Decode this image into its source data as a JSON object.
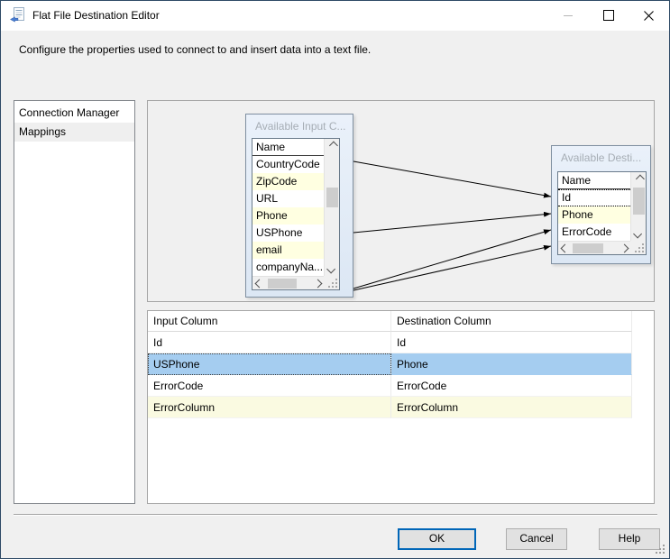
{
  "window": {
    "title": "Flat File Destination Editor",
    "description": "Configure the properties used to connect to and insert data into a text file."
  },
  "sidebar": {
    "items": [
      {
        "label": "Connection Manager",
        "selected": false
      },
      {
        "label": "Mappings",
        "selected": true
      }
    ]
  },
  "diagram": {
    "input_box": {
      "title": "Available Input C...",
      "columns_header": "Name",
      "rows": [
        {
          "label": "CountryCode",
          "shade": false
        },
        {
          "label": "ZipCode",
          "shade": true
        },
        {
          "label": "URL",
          "shade": false
        },
        {
          "label": "Phone",
          "shade": true
        },
        {
          "label": "USPhone",
          "shade": false
        },
        {
          "label": "email",
          "shade": true
        },
        {
          "label": "companyNa...",
          "shade": false
        }
      ]
    },
    "destination_box": {
      "title": "Available Desti...",
      "columns_header": "Name",
      "rows": [
        {
          "label": "Id",
          "shade": false,
          "focused": true
        },
        {
          "label": "Phone",
          "shade": true,
          "focused": false
        },
        {
          "label": "ErrorCode",
          "shade": false,
          "focused": false
        }
      ]
    },
    "mappings": [
      {
        "from": "Id",
        "to": "Id"
      },
      {
        "from": "USPhone",
        "to": "Phone"
      },
      {
        "from": "ErrorCode",
        "to": "ErrorCode"
      },
      {
        "from": "ErrorColumn",
        "to": "ErrorColumn"
      }
    ]
  },
  "mapping_table": {
    "columns": [
      "Input Column",
      "Destination Column"
    ],
    "rows": [
      {
        "input": "Id",
        "destination": "Id",
        "state": "normal"
      },
      {
        "input": "USPhone",
        "destination": "Phone",
        "state": "selected"
      },
      {
        "input": "ErrorCode",
        "destination": "ErrorCode",
        "state": "normal"
      },
      {
        "input": "ErrorColumn",
        "destination": "ErrorColumn",
        "state": "shaded"
      }
    ]
  },
  "buttons": [
    {
      "label": "OK",
      "default": true
    },
    {
      "label": "Cancel",
      "default": false
    },
    {
      "label": "Help",
      "default": false
    }
  ],
  "colors": {
    "selection_blue": "#a5cdf0",
    "row_yellow": "#ffffe1",
    "table_yellow": "#fafae1",
    "box_fill": "#dce7f4",
    "accent_border": "#0066b8",
    "window_border": "#2e4a66"
  }
}
